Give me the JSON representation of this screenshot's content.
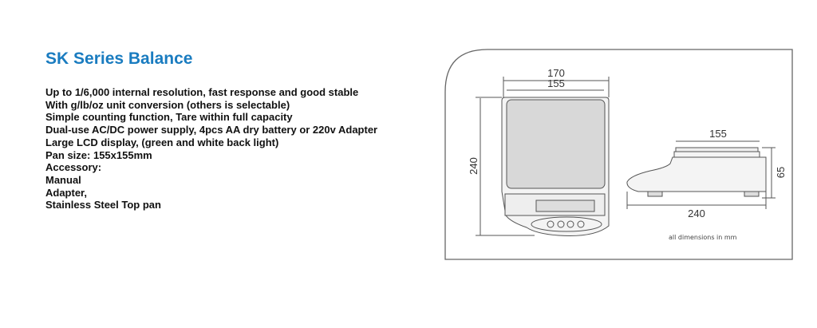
{
  "title": "SK Series Balance",
  "features": [
    "Up to 1/6,000 internal resolution, fast response and good stable",
    "With g/lb/oz unit conversion (others is selectable)",
    "Simple counting function, Tare within full capacity",
    "Dual-use AC/DC power supply, 4pcs AA dry battery or 220v Adapter",
    "Large LCD display, (green and white back light)",
    "Pan size:  155x155mm",
    "Accessory:",
    "Manual",
    "Adapter,",
    "Stainless Steel Top pan"
  ],
  "drawing": {
    "front_width_outer": "170",
    "front_width_pan": "155",
    "front_depth": "240",
    "side_pan": "155",
    "side_height": "65",
    "side_length": "240",
    "note": "all dimensions in mm"
  }
}
